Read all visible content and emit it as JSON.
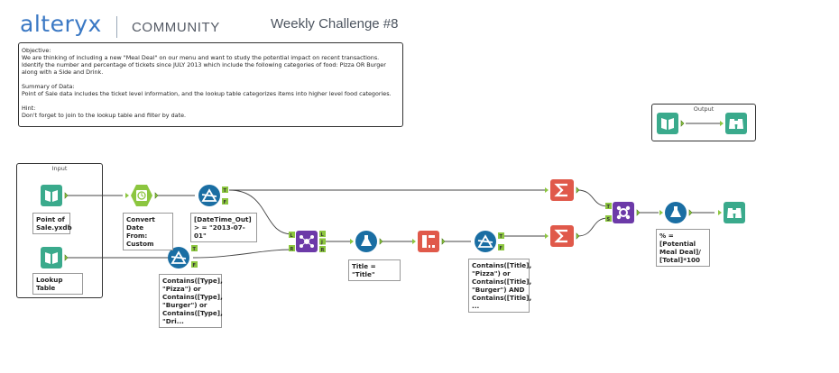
{
  "brand": {
    "logo_text": "alteryx",
    "community_text": "COMMUNITY"
  },
  "challenge_title": "Weekly Challenge #8",
  "description": {
    "objective": "Objective:\nWe are thinking of including a new \"Meal Deal\" on our menu and want to study the potential impact on recent transactions.\nIdentify the number and percentage of tickets since JULY 2013 which include the following categories of food: Pizza OR Burger\nalong with a Side and Drink.",
    "summary": "Summary of Data:\nPoint of Sale data includes the ticket level information, and the lookup table categorizes items into higher level food categories.",
    "hint": "Hint:\nDon't forget to join to the lookup table and filter by date."
  },
  "containers": {
    "input_title": "Input",
    "output_title": "Output"
  },
  "tools": {
    "input_pos": {
      "label": "Point of\nSale.yxdb",
      "icon": "book-input-icon"
    },
    "input_lookup": {
      "label": "Lookup Table",
      "icon": "book-input-icon"
    },
    "convert_date": {
      "label": "Convert Date\nFrom:\nCustom",
      "icon": "datetime-icon"
    },
    "filter_date": {
      "label": "[DateTime_Out]\n> = \"2013-07-01\"",
      "icon": "filter-icon"
    },
    "filter_type": {
      "label": "Contains([Type],\n\"Pizza\") or\nContains([Type],\n\"Burger\") or\nContains([Type],\n\"Dri...",
      "icon": "filter-icon"
    },
    "join": {
      "label": "",
      "icon": "join-icon"
    },
    "formula_title": {
      "label": "Title = \"Title\"",
      "icon": "formula-icon"
    },
    "crosstab": {
      "label": "",
      "icon": "crosstab-icon"
    },
    "filter_title": {
      "label": "Contains([Title],\n\"Pizza\") or\nContains([Title],\n\"Burger\") AND\nContains([Title],\n...",
      "icon": "filter-icon"
    },
    "summarize_top": {
      "label": "",
      "icon": "sigma-icon"
    },
    "summarize_bottom": {
      "label": "",
      "icon": "sigma-icon"
    },
    "append": {
      "label": "",
      "icon": "append-fields-icon"
    },
    "formula_pct": {
      "label": "% = [Potential\nMeal Deal]/\n[Total]*100",
      "icon": "formula-icon"
    },
    "browse_main": {
      "label": "",
      "icon": "binoculars-icon"
    },
    "legend_input": {
      "label": "",
      "icon": "book-input-icon"
    },
    "legend_browse": {
      "label": "",
      "icon": "binoculars-icon"
    }
  },
  "anchors": {
    "true": "T",
    "false": "F",
    "left": "L",
    "join": "J",
    "right": "R",
    "target": "T",
    "source": "S"
  },
  "colors": {
    "input_green": "#3aaa8c",
    "prep_green": "#8cc63f",
    "filter_blue": "#1a6ea3",
    "join_purple": "#6c3aa8",
    "crosstab_red": "#e0594a",
    "summarize_red": "#e0594a",
    "connector": "#444444"
  }
}
